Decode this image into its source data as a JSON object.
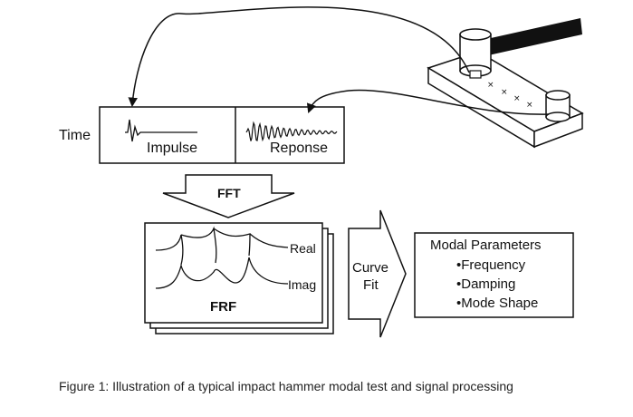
{
  "diagram": {
    "time_label": "Time",
    "impulse_label": "Impulse",
    "response_label": "Reponse",
    "fft_label": "FFT",
    "real_label": "Real",
    "imag_label": "Imag",
    "frf_label": "FRF",
    "curve_fit_line1": "Curve",
    "curve_fit_line2": "Fit",
    "modal_title": "Modal Parameters",
    "modal_items": [
      "•Frequency",
      "•Damping",
      "•Mode Shape"
    ]
  },
  "caption": "Figure 1: Illustration of a typical impact hammer modal test and signal processing"
}
